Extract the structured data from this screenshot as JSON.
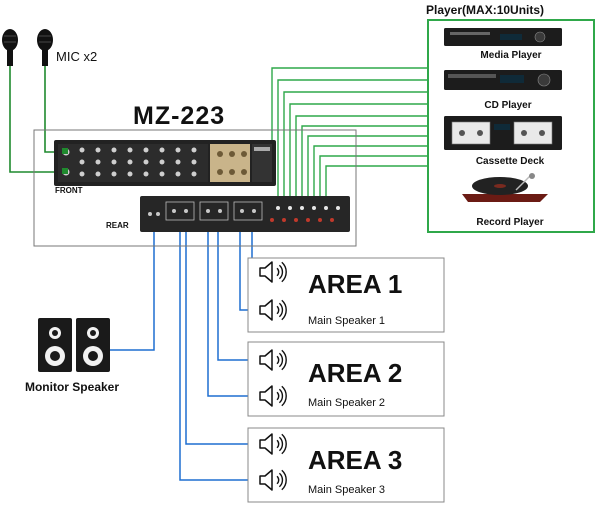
{
  "mic_label": "MIC x2",
  "device_title": "MZ-223",
  "front_label": "FRONT",
  "rear_label": "REAR",
  "players": {
    "title": "Player(MAX:10Units)",
    "items": [
      "Media Player",
      "CD Player",
      "Cassette Deck",
      "Record Player"
    ]
  },
  "monitor_label": "Monitor Speaker",
  "areas": [
    {
      "title": "AREA 1",
      "sub": "Main Speaker 1"
    },
    {
      "title": "AREA 2",
      "sub": "Main Speaker 2"
    },
    {
      "title": "AREA 3",
      "sub": "Main Speaker 3"
    }
  ],
  "colors": {
    "mic_wire": "#1f8a2e",
    "player_wire": "#2fa84a",
    "speaker_wire": "#1e6fd0"
  }
}
